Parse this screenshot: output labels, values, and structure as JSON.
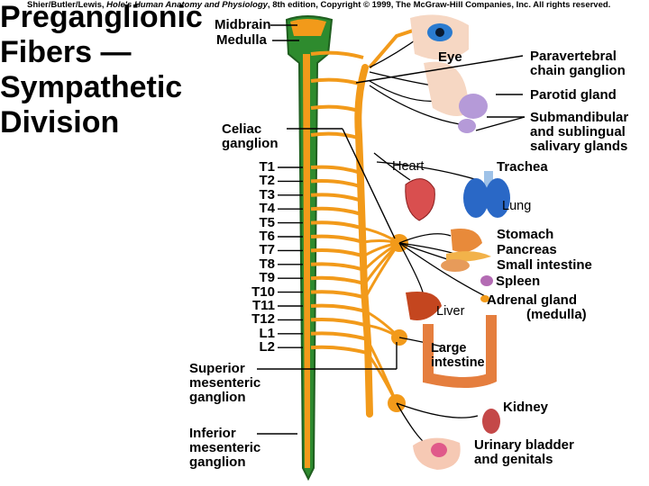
{
  "credit": {
    "authors": "Shier/Butler/Lewis,",
    "book": "Hole's Human Anatomy and Physiology",
    "rest": ", 8th edition, Copyright © 1999, The McGraw-Hill Companies, Inc.  All rights reserved."
  },
  "title_lines": [
    "Preganglionic",
    "Fibers —",
    "Sympathetic",
    "Division"
  ],
  "spine_labels": {
    "midbrain": "Midbrain",
    "medulla": "Medulla",
    "celiac": [
      "Celiac",
      "ganglion"
    ],
    "segments": [
      "T1",
      "T2",
      "T3",
      "T4",
      "T5",
      "T6",
      "T7",
      "T8",
      "T9",
      "T10",
      "T11",
      "T12",
      "L1",
      "L2"
    ],
    "superior_mesenteric": [
      "Superior",
      "mesenteric",
      "ganglion"
    ],
    "inferior_mesenteric": [
      "Inferior",
      "mesenteric",
      "ganglion"
    ]
  },
  "organ_labels": {
    "eye": "Eye",
    "paravertebral": [
      "Paravertebral",
      "chain ganglion"
    ],
    "parotid": "Parotid gland",
    "submandibular": [
      "Submandibular",
      "and sublingual",
      "salivary glands"
    ],
    "heart": "Heart",
    "trachea": "Trachea",
    "lung": "Lung",
    "stomach": "Stomach",
    "pancreas": "Pancreas",
    "small_intestine": "Small intestine",
    "spleen": "Spleen",
    "adrenal": [
      "Adrenal gland",
      "(medulla)"
    ],
    "liver": "Liver",
    "large_intestine": [
      "Large",
      "intestine"
    ],
    "kidney": "Kidney",
    "bladder": [
      "Urinary bladder",
      "and genitals"
    ]
  },
  "colors": {
    "cord": "#2e8b2e",
    "cord_dark": "#1f5e1f",
    "nerve": "#f29a1a",
    "label": "#000000"
  }
}
